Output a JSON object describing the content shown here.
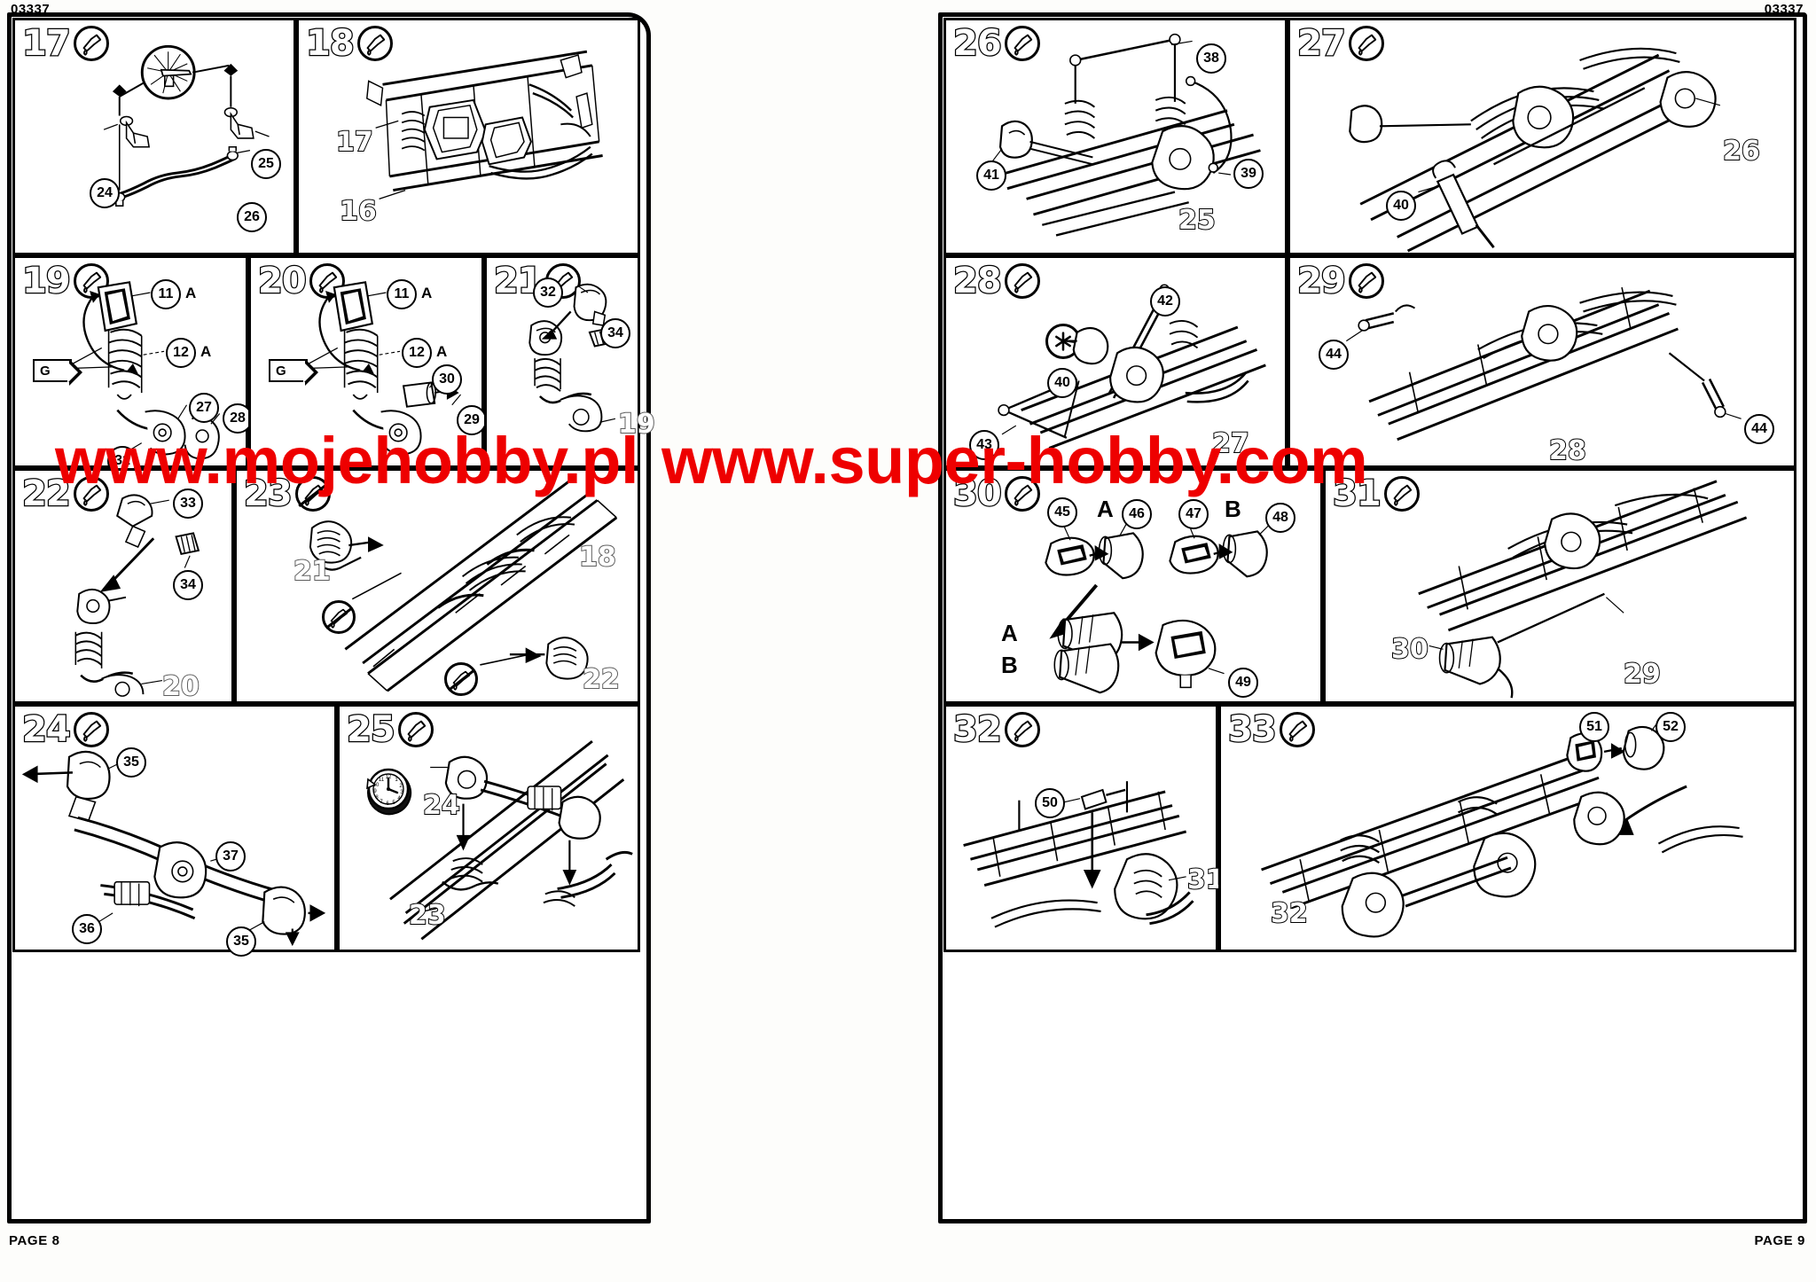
{
  "document": {
    "kit_code_left": "03337",
    "kit_code_right": "03337",
    "page_left_label": "PAGE 8",
    "page_right_label": "PAGE 9",
    "watermark": {
      "text_1": "www.mojehobby.pl",
      "text_2": "www.super-hobby.com",
      "color": "#ee0000"
    }
  },
  "icons": {
    "glue": "glue-bottle-icon",
    "no_glue": "no-glue-icon",
    "wait": "clock-wait-icon",
    "asterisk": "asterisk-note-icon"
  },
  "left_page": {
    "steps": [
      {
        "number": "17",
        "tool": "glue",
        "balloons": [
          "24",
          "25",
          "26"
        ],
        "ghost_refs": [],
        "sprue_letters": [],
        "ab_labels": []
      },
      {
        "number": "18",
        "tool": "glue",
        "balloons": [],
        "ghost_refs": [
          "17",
          "16"
        ],
        "sprue_letters": [],
        "ab_labels": []
      },
      {
        "number": "19",
        "tool": "glue",
        "balloons": [
          "11",
          "12",
          "27",
          "28",
          "31"
        ],
        "ghost_refs": [],
        "sprue_letters": [
          "A",
          "A",
          "G"
        ],
        "ab_labels": []
      },
      {
        "number": "20",
        "tool": "glue",
        "balloons": [
          "11",
          "12",
          "30",
          "29"
        ],
        "ghost_refs": [],
        "sprue_letters": [
          "A",
          "A",
          "G"
        ],
        "ab_labels": []
      },
      {
        "number": "21",
        "tool": "glue",
        "balloons": [
          "32",
          "34"
        ],
        "ghost_refs": [
          "19"
        ],
        "sprue_letters": [],
        "ab_labels": []
      },
      {
        "number": "22",
        "tool": "glue",
        "balloons": [
          "33",
          "34"
        ],
        "ghost_refs": [
          "20"
        ],
        "sprue_letters": [],
        "ab_labels": []
      },
      {
        "number": "23",
        "tool": "no_glue",
        "balloons": [],
        "ghost_refs": [
          "21",
          "18",
          "22"
        ],
        "sprue_letters": [],
        "ab_labels": []
      },
      {
        "number": "24",
        "tool": "glue",
        "balloons": [
          "35",
          "36",
          "37",
          "35"
        ],
        "ghost_refs": [],
        "sprue_letters": [],
        "ab_labels": []
      },
      {
        "number": "25",
        "tool": "glue",
        "balloons": [],
        "ghost_refs": [
          "24",
          "23"
        ],
        "sprue_letters": [],
        "ab_labels": [],
        "extra_icon": "wait"
      }
    ]
  },
  "right_page": {
    "steps": [
      {
        "number": "26",
        "tool": "glue",
        "balloons": [
          "38",
          "41",
          "39"
        ],
        "ghost_refs": [
          "25"
        ],
        "sprue_letters": [],
        "ab_labels": []
      },
      {
        "number": "27",
        "tool": "glue",
        "balloons": [
          "40"
        ],
        "ghost_refs": [
          "26"
        ],
        "sprue_letters": [],
        "ab_labels": []
      },
      {
        "number": "28",
        "tool": "glue",
        "balloons": [
          "42",
          "40",
          "43"
        ],
        "ghost_refs": [
          "27"
        ],
        "sprue_letters": [],
        "ab_labels": [],
        "extra_icon": "asterisk"
      },
      {
        "number": "29",
        "tool": "glue",
        "balloons": [
          "44",
          "44"
        ],
        "ghost_refs": [
          "28"
        ],
        "sprue_letters": [],
        "ab_labels": []
      },
      {
        "number": "30",
        "tool": "glue",
        "balloons": [
          "45",
          "46",
          "47",
          "48",
          "49"
        ],
        "ghost_refs": [],
        "sprue_letters": [],
        "ab_labels": [
          "A",
          "B",
          "A",
          "B"
        ]
      },
      {
        "number": "31",
        "tool": "glue",
        "balloons": [],
        "ghost_refs": [
          "30",
          "29"
        ],
        "sprue_letters": [],
        "ab_labels": []
      },
      {
        "number": "32",
        "tool": "glue",
        "balloons": [
          "50"
        ],
        "ghost_refs": [
          "31"
        ],
        "sprue_letters": [],
        "ab_labels": []
      },
      {
        "number": "33",
        "tool": "glue",
        "balloons": [
          "51",
          "52"
        ],
        "ghost_refs": [
          "32"
        ],
        "sprue_letters": [],
        "ab_labels": []
      }
    ]
  },
  "labels": {
    "s17": "17",
    "s18": "18",
    "s19": "19",
    "s20": "20",
    "s21": "21",
    "s22": "22",
    "s23": "23",
    "s24": "24",
    "s25": "25",
    "s26": "26",
    "s27": "27",
    "s28": "28",
    "s29": "29",
    "s30": "30",
    "s31": "31",
    "s32": "32",
    "s33": "33",
    "p11": "11",
    "p12": "12",
    "p16": "16",
    "p17": "17",
    "p18": "18",
    "p19": "19",
    "p20": "20",
    "p21": "21",
    "p22": "22",
    "p23": "23",
    "p24": "24",
    "p25": "25",
    "p26": "26",
    "p27": "27",
    "p28": "28",
    "p29": "29",
    "p30": "30",
    "p31": "31",
    "p32": "32",
    "p33": "33",
    "p34": "34",
    "p35": "35",
    "p36": "36",
    "p37": "37",
    "p38": "38",
    "p39": "39",
    "p40": "40",
    "p41": "41",
    "p42": "42",
    "p43": "43",
    "p44": "44",
    "p45": "45",
    "p46": "46",
    "p47": "47",
    "p48": "48",
    "p49": "49",
    "p50": "50",
    "p51": "51",
    "p52": "52",
    "letterA": "A",
    "letterB": "B",
    "letterG": "G"
  }
}
